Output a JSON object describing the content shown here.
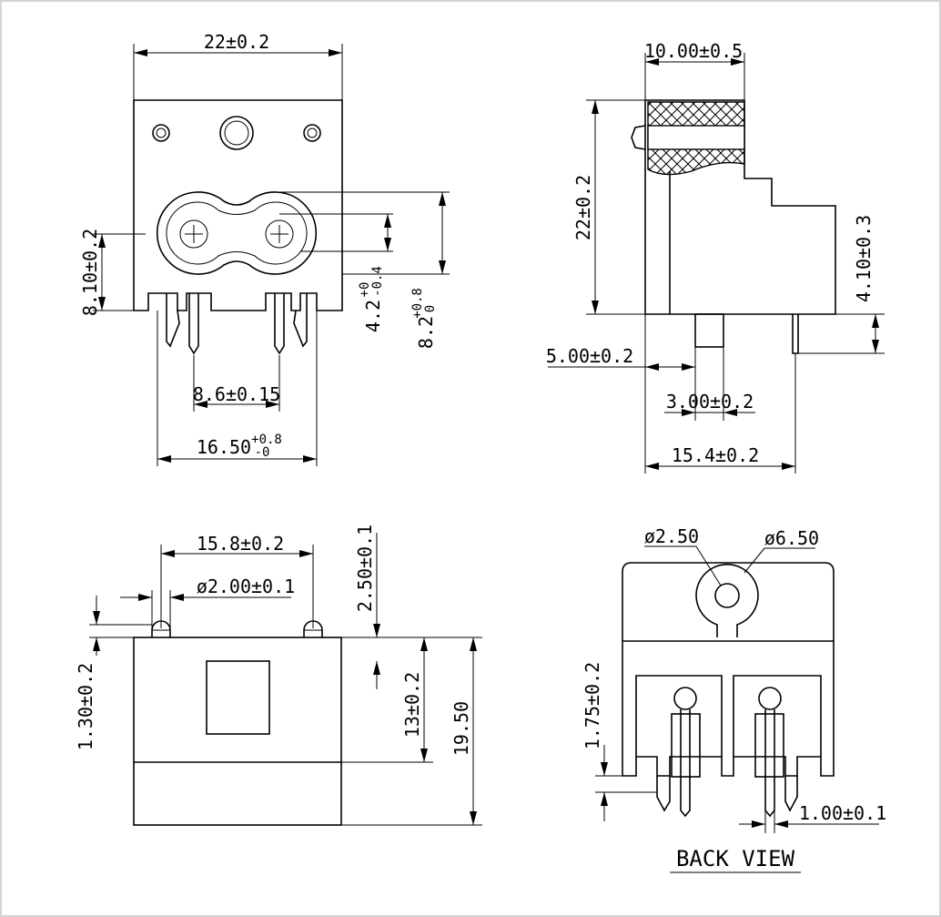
{
  "front_view": {
    "width_top": "22±0.2",
    "height_left": "8.10±0.2",
    "dim_4_2": "4.2",
    "dim_4_2_tol_upper": "+0",
    "dim_4_2_tol_lower": "-0.4",
    "dim_8_2": "8.2",
    "dim_8_2_tol_upper": "+0.8",
    "dim_8_2_tol_lower": "0",
    "pin_spacing": "8.6±0.15",
    "width_bottom": "16.50",
    "width_bottom_tol_upper": "+0.8",
    "width_bottom_tol_lower": "-0"
  },
  "side_view": {
    "depth_top": "10.00±0.5",
    "height_left": "22±0.2",
    "height_right": "4.10±0.3",
    "pin_offset": "5.00±0.2",
    "pin_width": "3.00±0.2",
    "depth_bottom": "15.4±0.2"
  },
  "top_view": {
    "hole_spacing": "15.8±0.2",
    "hole_diameter": "ø2.00±0.1",
    "peg_height": "2.50±0.1",
    "left_height": "1.30±0.2",
    "inner_height": "13±0.2",
    "total_height": "19.50"
  },
  "back_view": {
    "small_diameter": "ø2.50",
    "large_diameter": "ø6.50",
    "left_height": "1.75±0.2",
    "pin_thickness": "1.00±0.1",
    "label": "BACK VIEW"
  }
}
